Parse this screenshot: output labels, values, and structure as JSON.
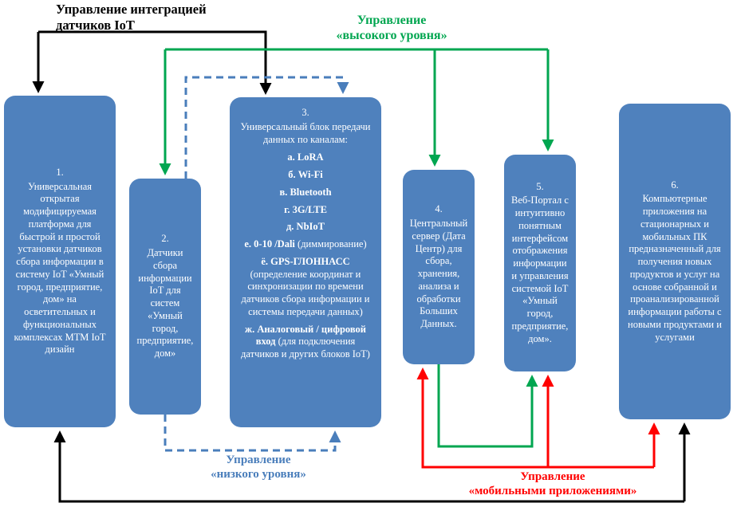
{
  "diagram": {
    "labels": {
      "integration": {
        "line1": "Управление интеграцией",
        "line2": "датчиков IoT",
        "color": "#000000"
      },
      "high_level": {
        "line1": "Управление",
        "line2": "«высокого уровня»",
        "color": "#00A650"
      },
      "low_level": {
        "line1": "Управление",
        "line2": "«низкого уровня»",
        "color": "#4A7EBB"
      },
      "mobile": {
        "line1": "Управление",
        "line2": "«мобильными приложениями»",
        "color": "#FF0000"
      }
    },
    "blocks": [
      {
        "number": "1.",
        "text": "Универсальная открытая модифицируемая платформа для быстрой и простой установки датчиков  сбора информации в систему IoT «Умный город, предприятие, дом» на осветительных и функциональных комплексах МТМ IoT дизайн"
      },
      {
        "number": "2.",
        "text": "Датчики сбора информации IoT для систем «Умный город, предприятие, дом»"
      },
      {
        "number": "3.",
        "intro": "Универсальный блок передачи данных по каналам:",
        "items": [
          {
            "key": "а. LoRA",
            "rest": ""
          },
          {
            "key": "б. Wi-Fi",
            "rest": ""
          },
          {
            "key": "в. Bluetooth",
            "rest": ""
          },
          {
            "key": "г. 3G/LTE",
            "rest": ""
          },
          {
            "key": "д. NbIoT",
            "rest": ""
          },
          {
            "key": "е. 0-10 /Dali",
            "rest": " (диммирование)"
          },
          {
            "key": "ё. GPS-ГЛОННАСС",
            "rest": " (определение координат и синхронизации по времени датчиков сбора информации и системы передачи данных)"
          },
          {
            "key": "ж. Аналоговый / цифровой вход",
            "rest": " (для подключения датчиков и других блоков IoT)"
          }
        ]
      },
      {
        "number": "4.",
        "text": "Центральный сервер (Дата Центр) для сбора, хранения, анализа и обработки Больших Данных."
      },
      {
        "number": "5.",
        "text": "Веб-Портал с интуитивно понятным интерфейсом отображения информации и управления системой IoT «Умный город, предприятие, дом»."
      },
      {
        "number": "6.",
        "text": "Компьютерные приложения на стационарных и мобильных ПК предназначенный для получения новых продуктов и услуг на основе собранной и проанализированной информации работы с новыми продуктами и услугами"
      }
    ],
    "colors": {
      "block_fill": "#4F81BD",
      "integration_arrows": "#000000",
      "high_level_arrows": "#00A650",
      "low_level_arrows": "#4A7EBB",
      "mobile_arrows": "#FF0000"
    }
  }
}
